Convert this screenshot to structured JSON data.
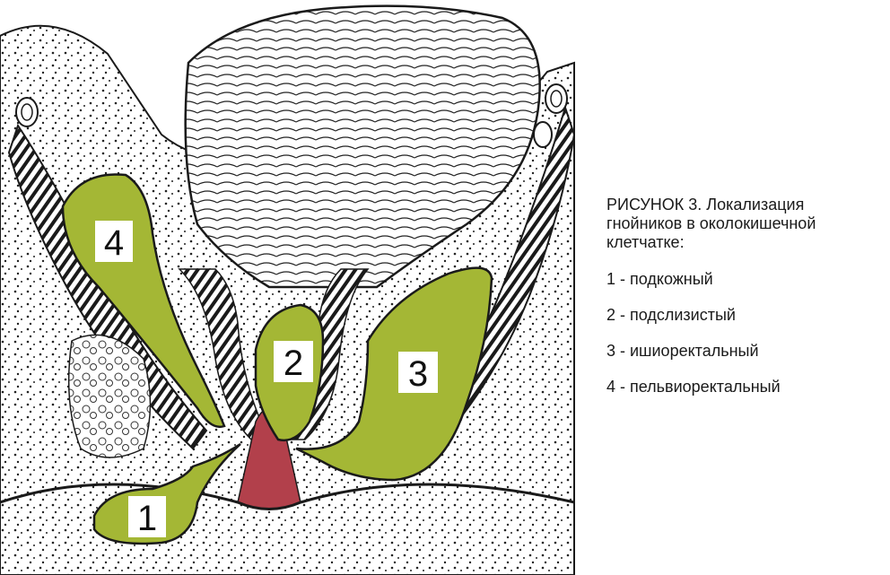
{
  "figure": {
    "colors": {
      "abscess_fill": "#a4b735",
      "abscess_stroke": "#1a1a1a",
      "tissue_hatch": "#1a1a1a",
      "anal_canal": "#b2404b",
      "label_box": "#ffffff"
    },
    "labels": [
      "4",
      "2",
      "3",
      "1"
    ]
  },
  "caption": {
    "title": "РИСУНОК 3. Локализация гнойников в околокишечной клетчатке:",
    "items": [
      "1 - подкожный",
      "2 - подслизистый",
      "3 - ишиоректальный",
      "4 - пельвиоректальный"
    ]
  }
}
